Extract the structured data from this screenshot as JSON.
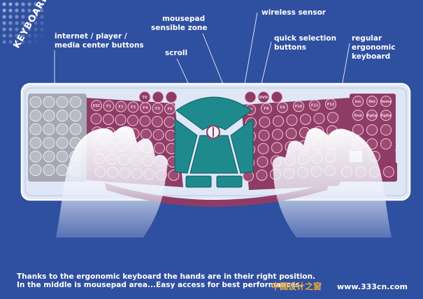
{
  "brand_vertical": "KEYBOARD",
  "callouts": {
    "internet": [
      "internet / player /",
      "media center buttons"
    ],
    "mousepad": [
      "mousepad",
      "sensible zone"
    ],
    "scroll": "scroll",
    "wireless": "wireless sensor",
    "quick": [
      "quick selection",
      "buttons"
    ],
    "regular": [
      "regular",
      "ergonomic",
      "keyboard"
    ]
  },
  "top_buttons_left": [
    "TV",
    "",
    ""
  ],
  "top_buttons_right": [
    "",
    "DVD",
    ""
  ],
  "function_keys_left": [
    "ESC",
    "F1",
    "F2",
    "F3",
    "F4",
    "F5",
    "F6"
  ],
  "function_keys_right": [
    "F7",
    "F8",
    "F9",
    "F10",
    "F11",
    "F12"
  ],
  "side_keys": [
    "Ins",
    "Del",
    "Home",
    "End",
    "PgUp",
    "PgDn"
  ],
  "footer": [
    "Thanks to the ergonomic keyboard the hands are in their right position.",
    "In the middle is mousepad area...Easy access for best performances."
  ],
  "watermark": {
    "cn": "中国设计之窗",
    "url": "www.333cn.com"
  },
  "colors": {
    "background": "#2f4fa0",
    "keyboard_body": "#dfe7f7",
    "key_magenta": "#8e3c66",
    "key_grey": "#9a9ba6",
    "mousepad_teal": "#1e8a8d",
    "hands": "#e9eef8"
  }
}
